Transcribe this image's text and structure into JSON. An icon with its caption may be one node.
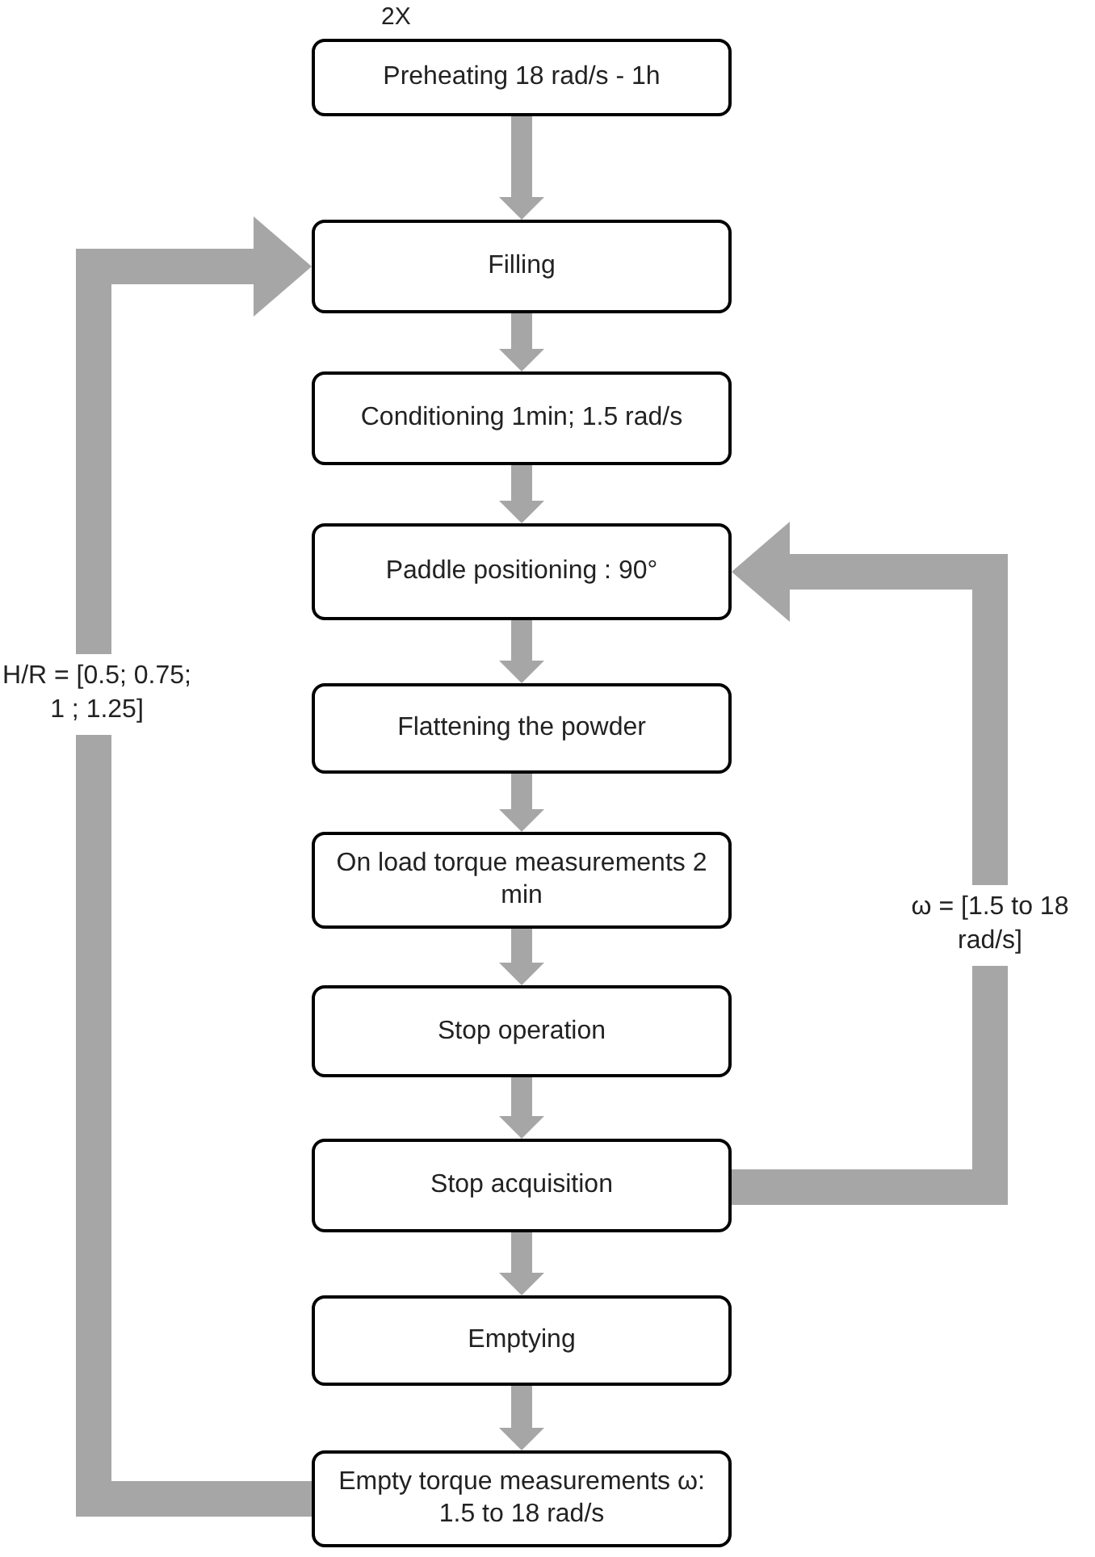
{
  "diagram": {
    "nodes": [
      {
        "text": [
          "Preheating 18 rad/s - 1h"
        ]
      },
      {
        "text": [
          "Filling"
        ]
      },
      {
        "text": [
          "Conditioning 1min; 1.5 rad/s"
        ]
      },
      {
        "text": [
          "Paddle positioning : 90°"
        ]
      },
      {
        "text": [
          "Flattening the powder"
        ]
      },
      {
        "text": [
          "On load torque measurements 2 min"
        ]
      },
      {
        "text": [
          "Stop operation"
        ]
      },
      {
        "text": [
          "Stop acquisition"
        ]
      },
      {
        "text": [
          "Emptying"
        ]
      },
      {
        "text": [
          "Empty torque measurements ω: 1.5 to 18 rad/s"
        ]
      }
    ],
    "edges": [
      {
        "from": 0,
        "to": 1,
        "arrow": "to"
      },
      {
        "from": 1,
        "to": 2,
        "arrow": "to"
      },
      {
        "from": 2,
        "to": 3,
        "arrow": "to"
      },
      {
        "from": 3,
        "to": 4,
        "arrow": "to"
      },
      {
        "from": 4,
        "to": 5,
        "arrow": "to"
      },
      {
        "from": 5,
        "to": 6,
        "arrow": "to"
      },
      {
        "from": 6,
        "to": 7,
        "arrow": "to"
      },
      {
        "from": 7,
        "to": 8,
        "arrow": "to"
      },
      {
        "from": 8,
        "to": 9,
        "arrow": "to"
      },
      {
        "from": 9,
        "to": 1,
        "arrow": "to",
        "label": "H/R = [0.5; 0.75; 1 ; 1.25]"
      },
      {
        "from": 7,
        "to": 3,
        "arrow": "to",
        "label": "ω = [1.5 to 18 rad/s]"
      }
    ],
    "labels": [
      "2X"
    ]
  }
}
